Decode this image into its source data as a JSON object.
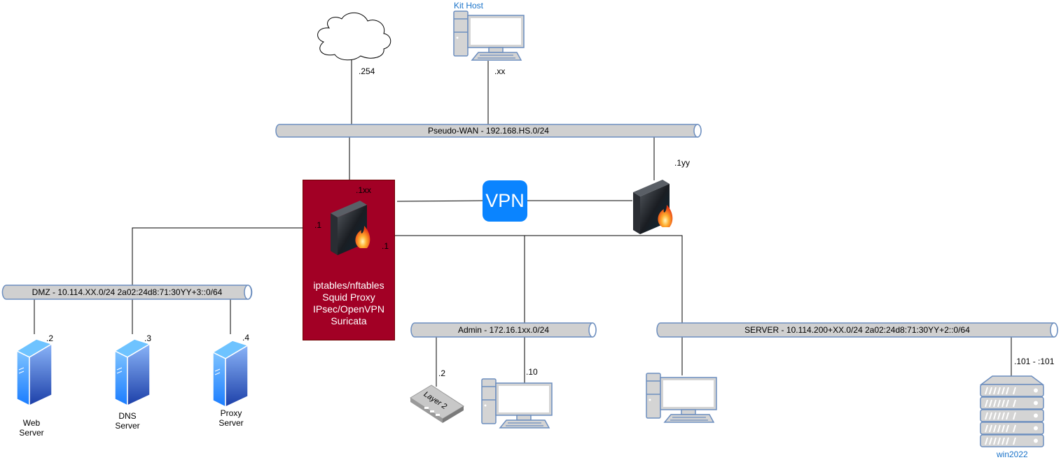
{
  "networks": {
    "wan": {
      "label": "Pseudo-WAN - 192.168.HS.0/24"
    },
    "dmz": {
      "label": "DMZ -  10.114.XX.0/24 2a02:24d8:71:30YY+3::0/64"
    },
    "admin": {
      "label": "Admin - 172.16.1xx.0/24"
    },
    "server": {
      "label": "SERVER - 10.114.200+XX.0/24 2a02:24d8:71:30YY+2::0/64"
    }
  },
  "nodes": {
    "internet": {
      "ip": ".254"
    },
    "kit_host": {
      "name": "Kit Host",
      "ip": ".xx"
    },
    "firewall_main": {
      "wan_ip": ".1xx",
      "dmz_ip": ".1",
      "internal_ip": ".1",
      "services": [
        "iptables/nftables",
        "Squid Proxy",
        "IPsec/OpenVPN",
        "Suricata"
      ]
    },
    "vpn": {
      "label": "VPN"
    },
    "firewall_remote": {
      "wan_ip": ".1yy"
    },
    "web_server": {
      "name_line1": "Web",
      "name_line2": "Server",
      "ip": ".2"
    },
    "dns_server": {
      "name_line1": "DNS",
      "name_line2": "Server",
      "ip": ".3"
    },
    "proxy_server": {
      "name_line1": "Proxy",
      "name_line2": "Server",
      "ip": ".4"
    },
    "layer2_switch": {
      "label": "Layer 2",
      "ip": ".2"
    },
    "admin_pc": {
      "ip": ".10"
    },
    "server_pc": {},
    "win2022": {
      "name": "win2022",
      "ip": ".101 - :101"
    }
  },
  "colors": {
    "firewall_box": "#a20025",
    "vpn": "#0a84ff",
    "bus_fill": "#d0d0d0",
    "bus_stroke": "#6c8ebf",
    "device_fill": "#d4d4d4",
    "device_stroke": "#6c8ebf",
    "label_blue": "#1a73c9"
  }
}
